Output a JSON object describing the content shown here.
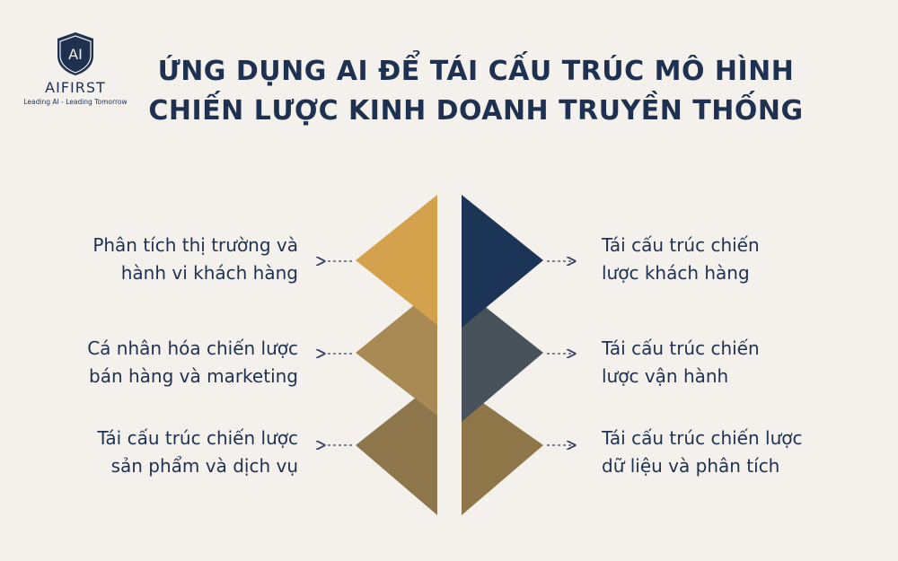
{
  "brand": {
    "name": "AIFIRST",
    "monogram": "AI",
    "tagline": "Leading AI - Leading Tomorrow"
  },
  "title": {
    "line1": "ỨNG DỤNG AI ĐỂ TÁI CẤU TRÚC MÔ HÌNH",
    "line2": "CHIẾN LƯỢC KINH DOANH TRUYỀN THỐNG"
  },
  "left_items": [
    {
      "line1": "Phân tích thị trường và",
      "line2": "hành vi khách hàng"
    },
    {
      "line1": "Cá nhân hóa chiến lược",
      "line2": "bán hàng và marketing"
    },
    {
      "line1": "Tái cấu trúc chiến lược",
      "line2": "sản phẩm và dịch vụ"
    }
  ],
  "right_items": [
    {
      "line1": "Tái cấu trúc chiến",
      "line2": "lược khách hàng"
    },
    {
      "line1": "Tái cấu trúc chiến",
      "line2": "lược vận hành"
    },
    {
      "line1": "Tái cấu trúc chiến lược",
      "line2": "dữ liệu và phân tích"
    }
  ],
  "colors": {
    "background": "#f4f1ec",
    "navy": "#1f3150",
    "left_triangles": [
      "#d4a24c",
      "#a98a55",
      "#8e764c"
    ],
    "right_triangles": [
      "#1c3557",
      "#47525a",
      "#8e7649"
    ],
    "arrows": "#3a3f66"
  }
}
